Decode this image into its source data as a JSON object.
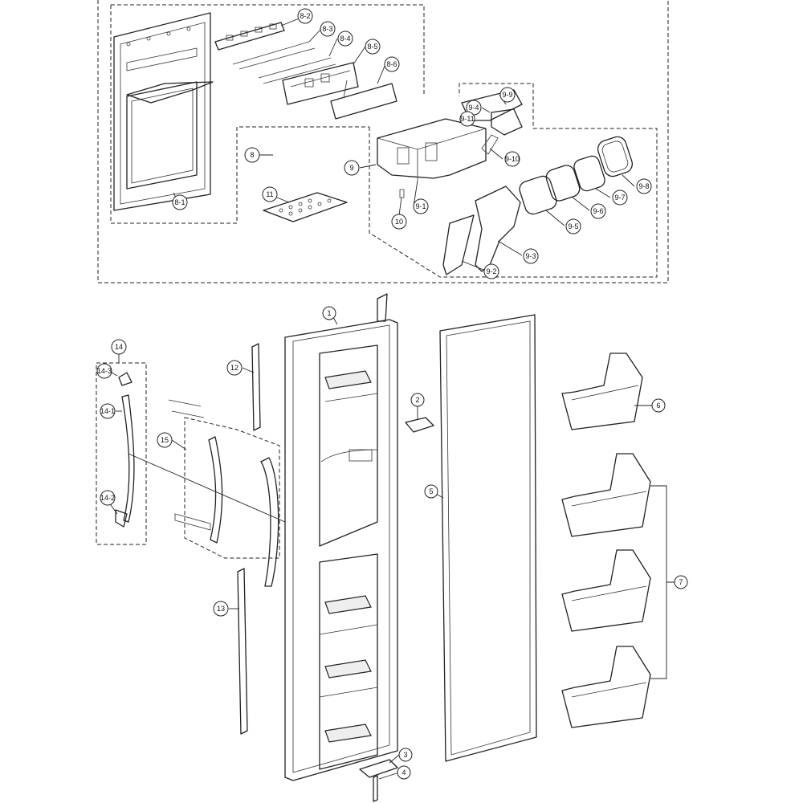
{
  "callouts": {
    "c1": "1",
    "c2": "2",
    "c3": "3",
    "c4": "4",
    "c5": "5",
    "c6": "6",
    "c7": "7",
    "c8": "8",
    "c8_1": "8-1",
    "c8_2": "8-2",
    "c8_3": "8-3",
    "c8_4": "8-4",
    "c8_5": "8-5",
    "c8_6": "8-6",
    "c9": "9",
    "c9_1": "9-1",
    "c9_2": "9-2",
    "c9_3": "9-3",
    "c9_4": "9-4",
    "c9_5": "9-5",
    "c9_6": "9-6",
    "c9_7": "9-7",
    "c9_8": "9-8",
    "c9_9": "9-9",
    "c9_10": "9-10",
    "c9_11": "9-11",
    "c10": "10",
    "c11": "11",
    "c12": "12",
    "c13": "13",
    "c14": "14",
    "c14_1": "14-1",
    "c14_2": "14-2",
    "c14_3": "14-3",
    "c15": "15"
  }
}
